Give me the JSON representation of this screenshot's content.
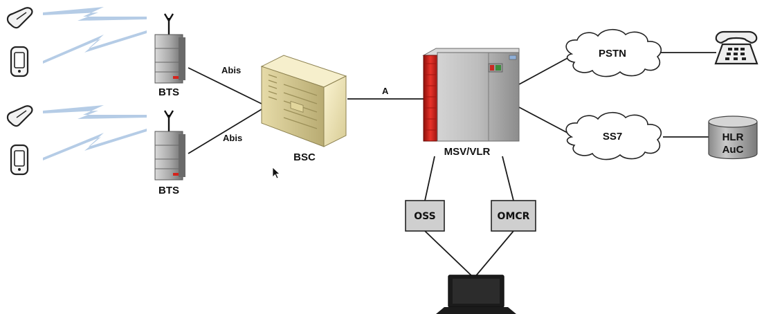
{
  "nodes": {
    "bts_top": {
      "label": "BTS"
    },
    "bts_bottom": {
      "label": "BTS"
    },
    "bsc": {
      "label": "BSC"
    },
    "msc": {
      "label": "MSV/VLR"
    },
    "pstn": {
      "label": "PSTN"
    },
    "ss7": {
      "label": "SS7"
    },
    "hlr": {
      "label_line1": "HLR",
      "label_line2": "AuC"
    },
    "oss": {
      "label": "OSS"
    },
    "omcr": {
      "label": "OMCR"
    }
  },
  "links": {
    "abis_top": "Abis",
    "abis_bottom": "Abis",
    "a_interface": "A"
  },
  "colors": {
    "line": "#1a1a1a",
    "radio_wave": "#8fb3d9",
    "bts_body": "#9a9a9a",
    "bsc_body": "#efe6b8",
    "msc_body": "#b7b7b7",
    "msc_accent": "#d9261c",
    "box_fill": "#cfcfcf",
    "hlr_fill": "#a9a9a9"
  }
}
